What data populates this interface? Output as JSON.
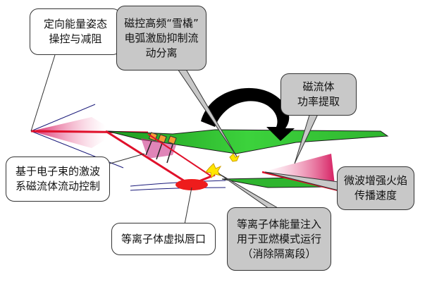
{
  "callouts": {
    "directional": {
      "lines": [
        "定向能量姿态",
        "操控与减阻"
      ]
    },
    "magnetic_stilt": {
      "lines": [
        "磁控高频“雪橇”",
        "电弧激励抑制流",
        "动分离"
      ]
    },
    "mhd_power": {
      "lines": [
        "磁流体",
        "功率提取"
      ]
    },
    "ebeam_control": {
      "lines": [
        "基于电子束的激波",
        "系磁流体流动控制"
      ]
    },
    "microwave_flame": {
      "lines": [
        "微波增强火焰",
        "传播速度"
      ]
    },
    "plasma_lip": {
      "lines": [
        "等离子体虚拟唇口"
      ]
    },
    "plasma_injection": {
      "lines": [
        "等离子体能量注入",
        "用于亚燃模式运行",
        "（消除隔离段）"
      ]
    }
  },
  "colors": {
    "vehicle_green": "#33cc33",
    "energy_red": "#d4145a",
    "beam_red": "#e0102a",
    "magnet_orange": "#f39c34",
    "spark_yellow": "#ffe600",
    "callout_gray": "#c8c8c8",
    "arrow_black": "#000000"
  }
}
